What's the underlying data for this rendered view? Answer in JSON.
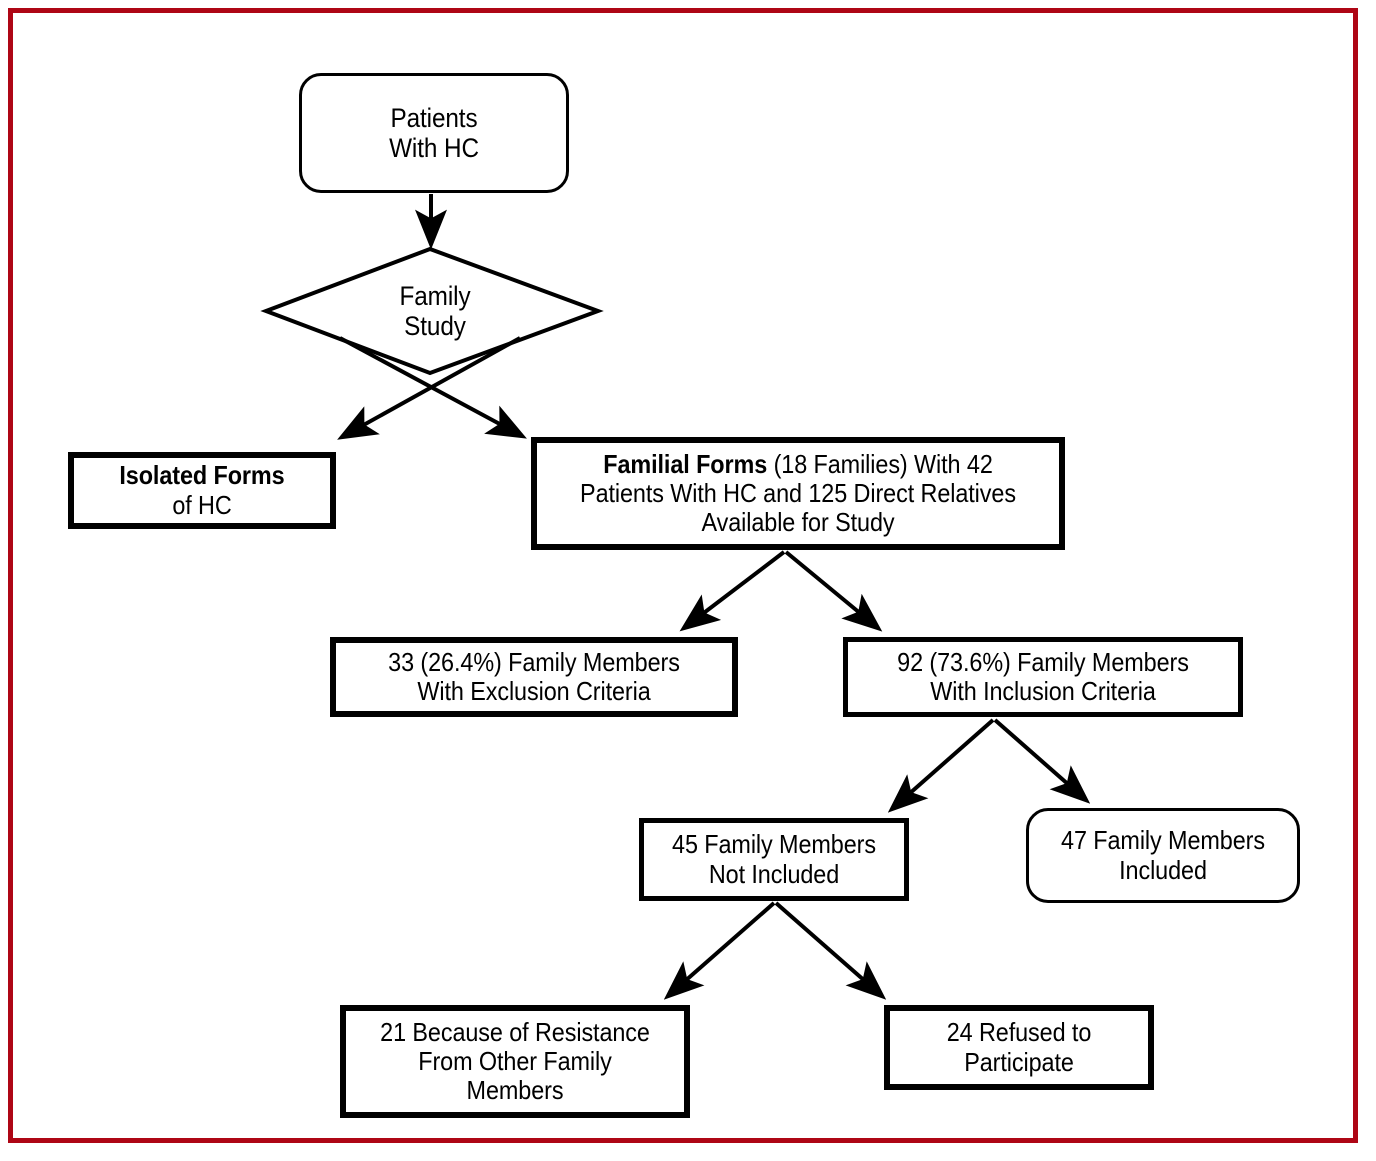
{
  "figure": {
    "type": "flowchart",
    "orientation": "top-down",
    "frame_color": "#ae0615",
    "line_color": "#000000",
    "background_color": "#ffffff"
  },
  "nodes": {
    "patients": {
      "shape": "rounded-rectangle",
      "text": "Patients\nWith HC"
    },
    "family_study": {
      "shape": "diamond",
      "text": "Family\nStudy"
    },
    "isolated_forms": {
      "shape": "rectangle",
      "bold_lead": "Isolated Forms",
      "rest": "of HC"
    },
    "familial_forms": {
      "shape": "rectangle",
      "bold_lead": "Familial Forms",
      "rest": " (18 Families) With 42 Patients With HC and 125 Direct Relatives Available for Study",
      "families": "18",
      "patients_with_hc": "42",
      "direct_relatives": "125"
    },
    "exclusion": {
      "shape": "rectangle",
      "text": "33 (26.4%) Family Members\nWith Exclusion Criteria",
      "count": "33",
      "percent": "26.4%"
    },
    "inclusion": {
      "shape": "rectangle",
      "text": "92 (73.6%) Family Members\nWith Inclusion Criteria",
      "count": "92",
      "percent": "73.6%"
    },
    "not_included": {
      "shape": "rectangle",
      "text": "45 Family Members\nNot Included",
      "count": "45"
    },
    "included": {
      "shape": "rounded-rectangle",
      "text": "47 Family Members\nIncluded",
      "count": "47"
    },
    "resistance": {
      "shape": "rectangle",
      "text": "21 Because of Resistance\nFrom Other Family\nMembers",
      "count": "21"
    },
    "refused": {
      "shape": "rectangle",
      "text": "24 Refused to\nParticipate",
      "count": "24"
    }
  },
  "edges": [
    {
      "from": "patients",
      "to": "family_study",
      "style": "straight-arrow"
    },
    {
      "from": "family_study",
      "to": "isolated_forms",
      "style": "crossing-diagonal-arrow"
    },
    {
      "from": "family_study",
      "to": "familial_forms",
      "style": "crossing-diagonal-arrow"
    },
    {
      "from": "familial_forms",
      "to": "exclusion",
      "style": "diagonal-arrow"
    },
    {
      "from": "familial_forms",
      "to": "inclusion",
      "style": "diagonal-arrow"
    },
    {
      "from": "inclusion",
      "to": "not_included",
      "style": "diagonal-arrow"
    },
    {
      "from": "inclusion",
      "to": "included",
      "style": "diagonal-arrow"
    },
    {
      "from": "not_included",
      "to": "resistance",
      "style": "diagonal-arrow"
    },
    {
      "from": "not_included",
      "to": "refused",
      "style": "diagonal-arrow"
    }
  ]
}
